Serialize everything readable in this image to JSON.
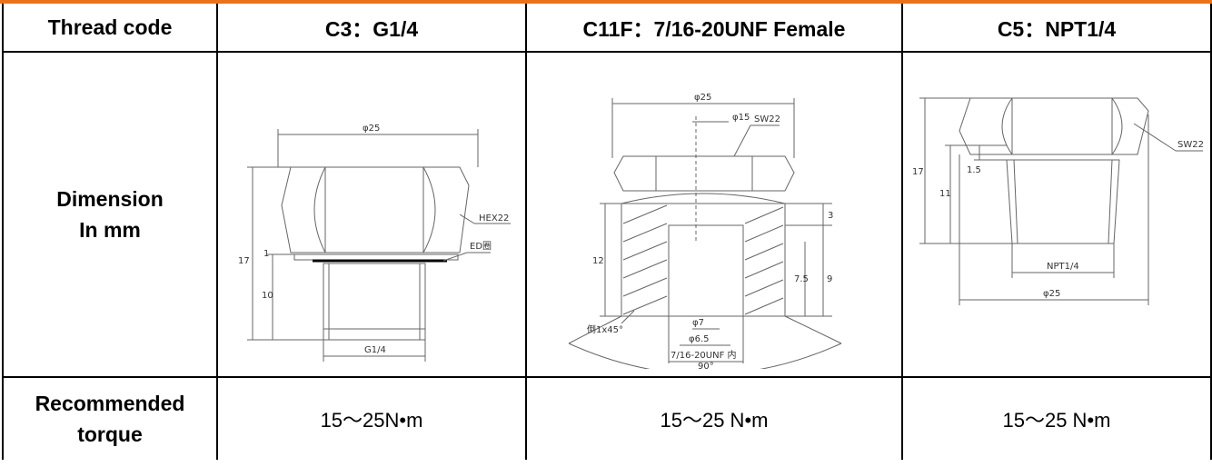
{
  "colors": {
    "accent": "#E8731A",
    "border": "#000000"
  },
  "header": {
    "thread_code": "Thread code",
    "c3": "C3：G1/4",
    "c11f": "C11F：7/16-20UNF Female",
    "c5": "C5：NPT1/4"
  },
  "rows": {
    "dimension": [
      "Dimension",
      "In mm"
    ],
    "torque_label": [
      "Recommended",
      "torque"
    ]
  },
  "torque": {
    "c3": "15～25N•m",
    "c11f": "15～25 N•m",
    "c5": "15～25 N•m"
  },
  "drawings": {
    "c3": {
      "d25": "φ25",
      "hex": "HEX22",
      "ed": "ED圈",
      "h17": "17",
      "h10": "10",
      "h1": "1",
      "thread": "G1/4"
    },
    "c11f": {
      "d25": "φ25",
      "d15": "φ15",
      "sw": "SW22",
      "h12": "12",
      "h3": "3",
      "h75": "7.5",
      "h9": "9",
      "chamfer": "倒1x45°",
      "d7": "φ7",
      "d65": "φ6.5",
      "thread": "7/16-20UNF 内",
      "angle": "90°"
    },
    "c5": {
      "h17": "17",
      "h11": "11",
      "h15": "1.5",
      "sw": "SW22",
      "thread": "NPT1/4",
      "d25": "φ25"
    }
  }
}
